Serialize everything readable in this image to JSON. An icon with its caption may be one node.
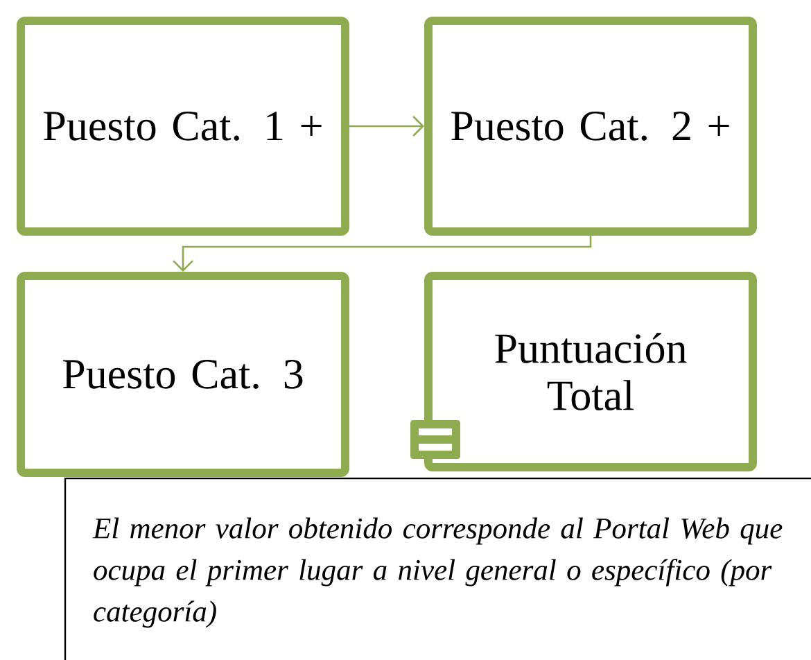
{
  "diagram": {
    "nodes": [
      {
        "text": [
          "Puesto Cat. 1 +"
        ]
      },
      {
        "text": [
          "Puesto Cat. 2 +"
        ]
      },
      {
        "text": [
          "Puesto Cat. 3"
        ]
      },
      {
        "text": [
          "Puntuación Total"
        ]
      },
      {
        "text": [
          "El menor valor obtenido corresponde al Portal Web que ocupa el primer lugar a nivel general o específico (por categoría)"
        ]
      }
    ],
    "edges": [
      {
        "from": 0,
        "to": 1,
        "arrow": "to"
      },
      {
        "from": 1,
        "to": 2,
        "arrow": "to"
      }
    ]
  }
}
